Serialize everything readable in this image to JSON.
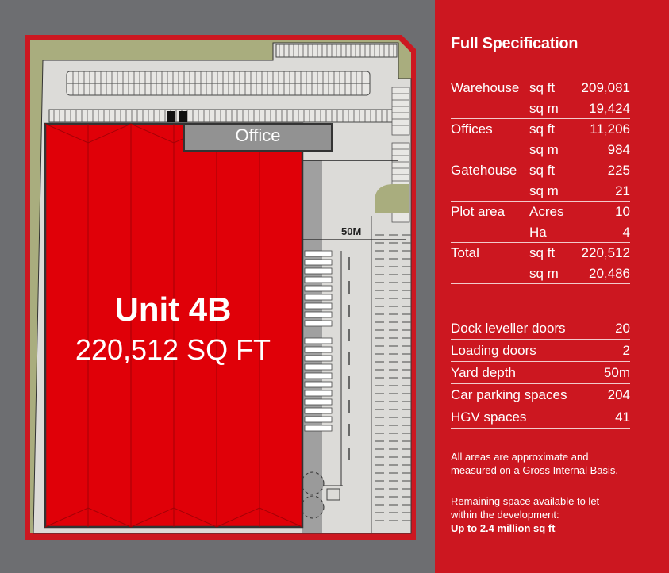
{
  "plan": {
    "unit_name": "Unit 4B",
    "unit_area": "220,512 SQ FT",
    "office_label": "Office",
    "yard_dimension": "50M",
    "colors": {
      "background": "#6d6e71",
      "border_red": "#cc1720",
      "landscape": "#a9ad7e",
      "hardstanding": "#dcdbd8",
      "building_red": "#e00008",
      "office_grey": "#929292",
      "dock_grey": "#a0a0a0"
    }
  },
  "spec": {
    "title": "Full Specification",
    "rows": [
      {
        "label": "Warehouse",
        "unit": "sq ft",
        "value": "209,081"
      },
      {
        "label": "",
        "unit": "sq m",
        "value": "19,424"
      },
      {
        "label": "Offices",
        "unit": "sq ft",
        "value": "11,206"
      },
      {
        "label": "",
        "unit": "sq m",
        "value": "984"
      },
      {
        "label": "Gatehouse",
        "unit": "sq ft",
        "value": "225"
      },
      {
        "label": "",
        "unit": "sq m",
        "value": "21"
      },
      {
        "label": "Plot area",
        "unit": "Acres",
        "value": "10"
      },
      {
        "label": "",
        "unit": "Ha",
        "value": "4"
      },
      {
        "label": "Total",
        "unit": "sq ft",
        "value": "220,512"
      },
      {
        "label": "",
        "unit": "sq m",
        "value": "20,486"
      }
    ],
    "features": [
      {
        "label": "Dock leveller doors",
        "value": "20"
      },
      {
        "label": "Loading doors",
        "value": "2"
      },
      {
        "label": "Yard depth",
        "value": "50m"
      },
      {
        "label": "Car parking spaces",
        "value": "204"
      },
      {
        "label": "HGV spaces",
        "value": "41"
      }
    ],
    "note_areas": "All areas are approximate and measured on a Gross Internal Basis.",
    "note_remaining": "Remaining space available to let within the development:",
    "note_highlight": "Up to 2.4 million sq ft",
    "accent_color": "#cc1720"
  }
}
